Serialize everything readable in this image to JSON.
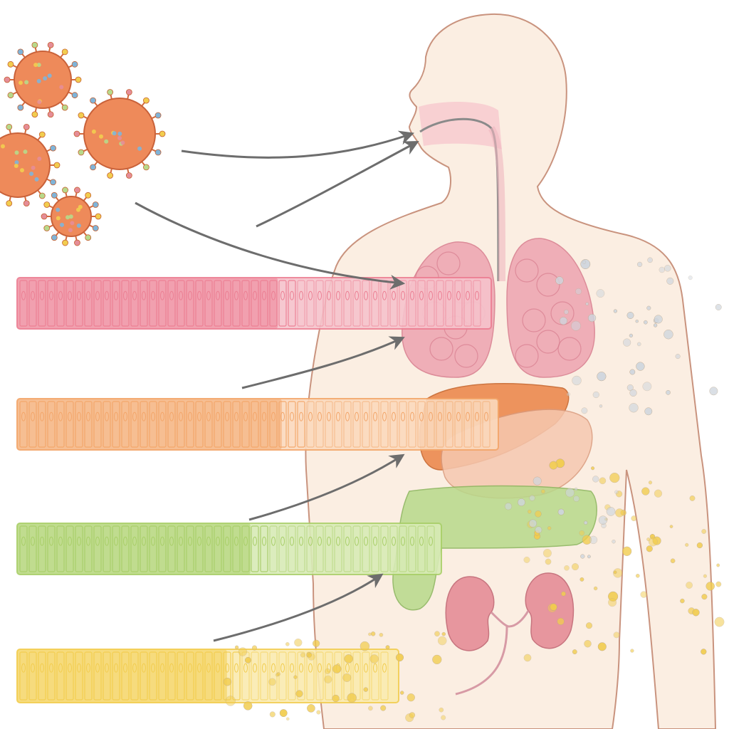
{
  "diagram": {
    "virus_particles": [
      {
        "id": "virus-1"
      },
      {
        "id": "virus-2"
      },
      {
        "id": "virus-3"
      },
      {
        "id": "virus-4"
      }
    ],
    "tissue_bands": [
      {
        "id": "respiratory",
        "organ": "lungs",
        "color": "#ec7f93",
        "light": "#f6c3cc"
      },
      {
        "id": "hepatic",
        "organ": "liver",
        "color": "#f3a66a",
        "light": "#fbd9bd"
      },
      {
        "id": "intestinal",
        "organ": "intestine",
        "color": "#a9cf69",
        "light": "#d8ebb6"
      },
      {
        "id": "renal",
        "organ": "kidneys",
        "color": "#f2cd4f",
        "light": "#faebb0"
      }
    ],
    "colors": {
      "skin": "#fbeee2",
      "outline": "#c9937e",
      "arrow": "#6d6d6d",
      "virus": "#ee8a5a",
      "lung": "#eea3b0",
      "liver": "#ec8a4f",
      "stomach": "#f6c8b0",
      "intestine": "#b8d98a",
      "kidney": "#e58d97"
    }
  }
}
